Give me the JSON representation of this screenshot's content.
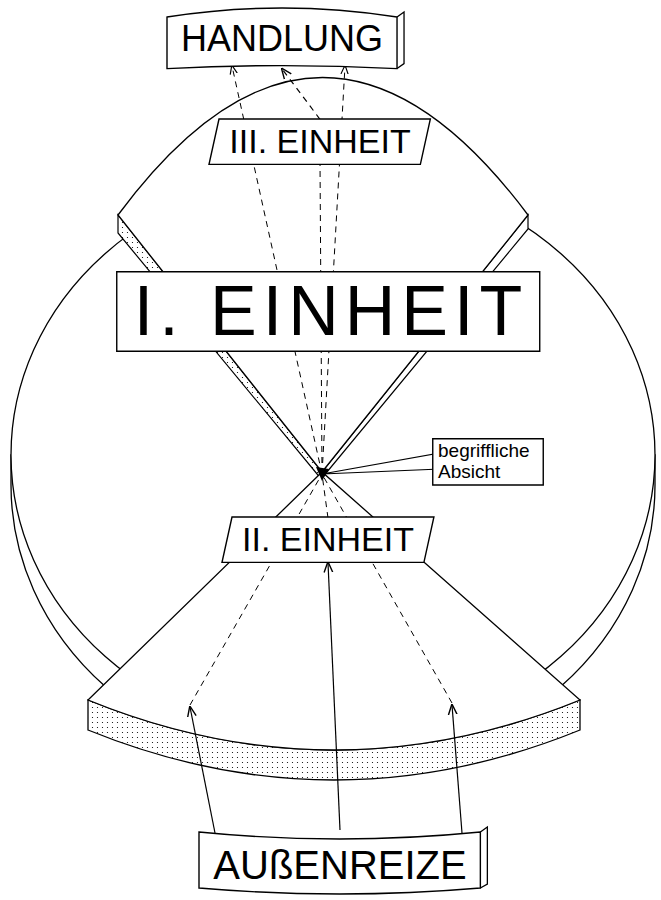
{
  "diagram": {
    "nodes": [
      {
        "text": [
          "HANDLUNG"
        ]
      },
      {
        "text": [
          "III. EINHEIT"
        ]
      },
      {
        "text": [
          "I. EINHEIT"
        ]
      },
      {
        "text": [
          "begriffliche Absicht"
        ]
      },
      {
        "text": [
          "II. EINHEIT"
        ]
      },
      {
        "text": [
          "AUßENREIZE"
        ]
      }
    ],
    "edges": [
      {
        "from": 5,
        "to": 4,
        "arrow": "to"
      },
      {
        "from": 1,
        "to": 0,
        "arrow": "to"
      }
    ]
  }
}
